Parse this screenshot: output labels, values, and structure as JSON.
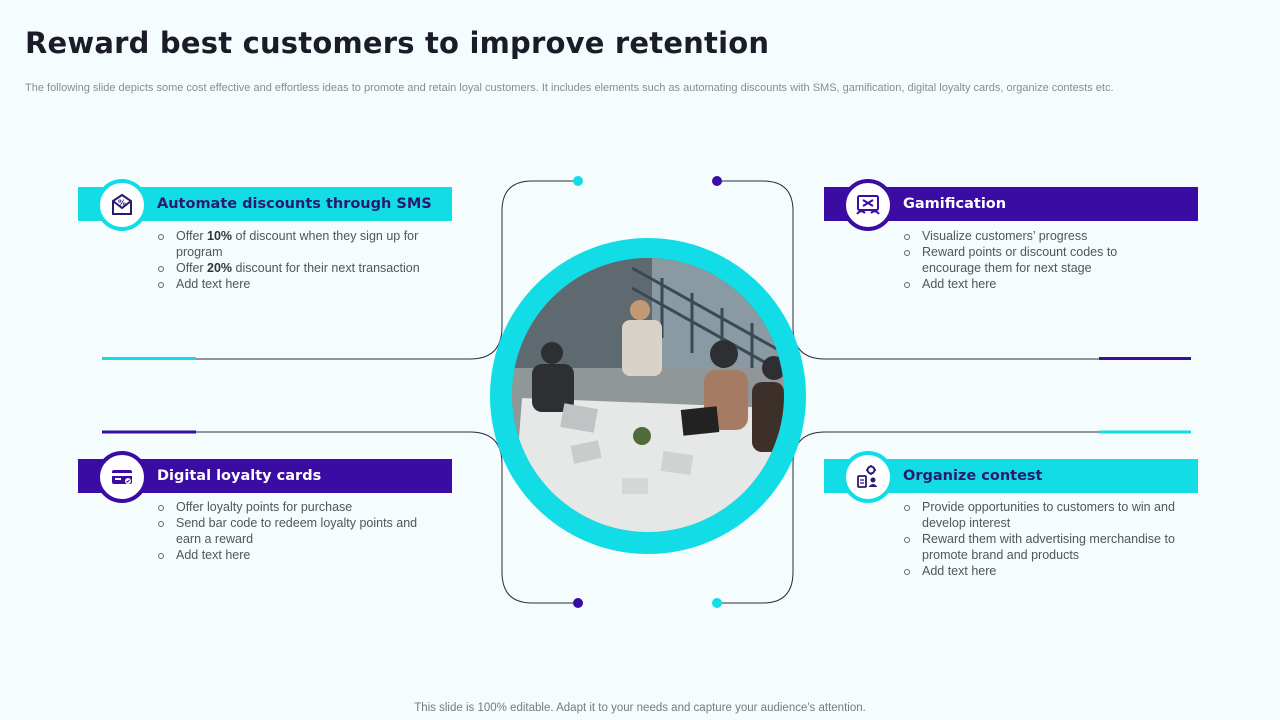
{
  "page": {
    "title": "Reward best customers to improve retention",
    "subtitle": "The following slide depicts some cost effective and effortless ideas to promote and retain loyal customers. It includes elements such as automating discounts with SMS, gamification, digital loyalty cards, organize contests etc.",
    "footer": "This slide is 100% editable. Adapt it to your needs and capture your audience's attention."
  },
  "colors": {
    "teal": "#12dde6",
    "purple": "#3a0ca3",
    "background": "#f4fcfd",
    "line": "#2b2b3a"
  },
  "cards": [
    {
      "id": "sms",
      "title": "Automate discounts through SMS",
      "icon": "discount-sms-icon",
      "color": "teal",
      "bullets": [
        {
          "pre": "Offer ",
          "bold": "10%",
          "post": " of discount when they sign up for program"
        },
        {
          "pre": "Offer ",
          "bold": "20%",
          "post": " discount for their next transaction"
        },
        {
          "pre": "Add text here",
          "bold": "",
          "post": ""
        }
      ]
    },
    {
      "id": "gamification",
      "title": "Gamification",
      "icon": "game-controller-icon",
      "color": "purple",
      "bullets": [
        {
          "pre": "Visualize customers’ progress",
          "bold": "",
          "post": ""
        },
        {
          "pre": "Reward points or discount codes to encourage them for next stage",
          "bold": "",
          "post": ""
        },
        {
          "pre": "Add text here",
          "bold": "",
          "post": ""
        }
      ]
    },
    {
      "id": "loyalty",
      "title": "Digital loyalty cards",
      "icon": "loyalty-card-icon",
      "color": "purple",
      "bullets": [
        {
          "pre": "Offer loyalty points for purchase",
          "bold": "",
          "post": ""
        },
        {
          "pre": "Send bar code to redeem loyalty points and earn a reward",
          "bold": "",
          "post": ""
        },
        {
          "pre": "Add text here",
          "bold": "",
          "post": ""
        }
      ]
    },
    {
      "id": "contest",
      "title": "Organize contest",
      "icon": "contest-team-icon",
      "color": "teal",
      "bullets": [
        {
          "pre": "Provide opportunities to customers to win and develop interest",
          "bold": "",
          "post": ""
        },
        {
          "pre": "Reward them with advertising merchandise to promote brand and products",
          "bold": "",
          "post": ""
        },
        {
          "pre": "Add text here",
          "bold": "",
          "post": ""
        }
      ]
    }
  ],
  "center_image": {
    "subject": "team-meeting-photo"
  }
}
